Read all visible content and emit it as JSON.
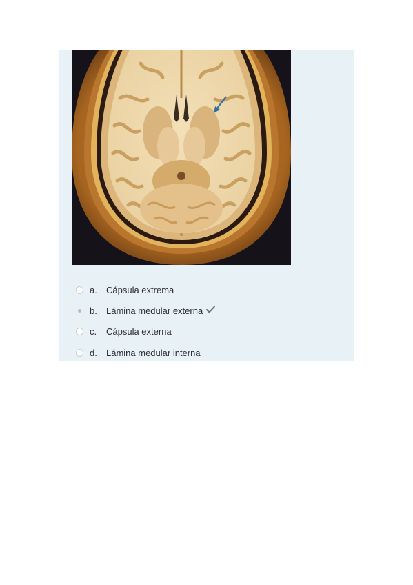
{
  "question": {
    "image": {
      "description_icon": "brain-axial-section-image",
      "arrow_color": "#2f6fa3"
    },
    "options": [
      {
        "letter": "a.",
        "text": "Cápsula extrema",
        "selected": false,
        "correct": false
      },
      {
        "letter": "b.",
        "text": "Lámina medular externa",
        "selected": true,
        "correct": true
      },
      {
        "letter": "c.",
        "text": "Cápsula externa",
        "selected": false,
        "correct": false
      },
      {
        "letter": "d.",
        "text": "Lámina medular interna",
        "selected": false,
        "correct": false
      }
    ],
    "correct_icon": "check-icon",
    "colors": {
      "panel": "#e7f1f6",
      "check": "#5f7a6a"
    }
  }
}
